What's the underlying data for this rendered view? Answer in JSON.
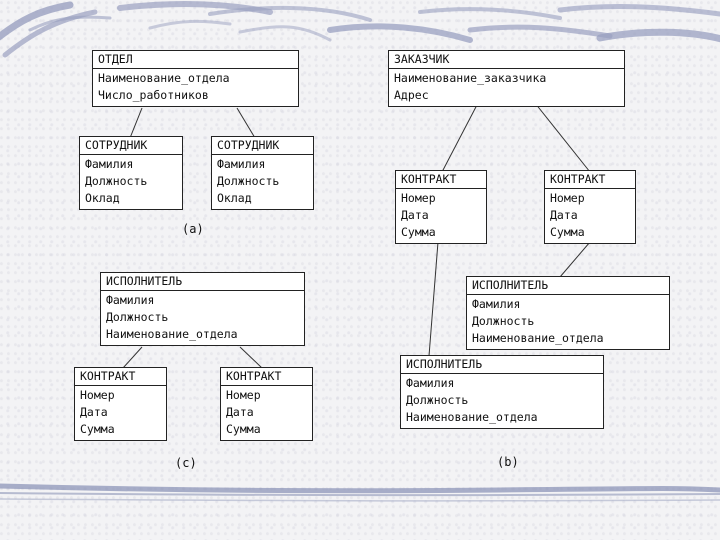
{
  "diagram": {
    "entities": {
      "otdel": {
        "name": "ОТДЕЛ",
        "attrs": [
          "Наименование_отдела",
          "Число_работников"
        ]
      },
      "sotr1": {
        "name": "СОТРУДНИК",
        "attrs": [
          "Фамилия",
          "Должность",
          "Оклад"
        ]
      },
      "sotr2": {
        "name": "СОТРУДНИК",
        "attrs": [
          "Фамилия",
          "Должность",
          "Оклад"
        ]
      },
      "zakazchik": {
        "name": "ЗАКАЗЧИК",
        "attrs": [
          "Наименование_заказчика",
          "Адрес"
        ]
      },
      "kontr_b1": {
        "name": "КОНТРАКТ",
        "attrs": [
          "Номер",
          "Дата",
          "Сумма"
        ]
      },
      "kontr_b2": {
        "name": "КОНТРАКТ",
        "attrs": [
          "Номер",
          "Дата",
          "Сумма"
        ]
      },
      "isp_b1": {
        "name": "ИСПОЛНИТЕЛЬ",
        "attrs": [
          "Фамилия",
          "Должность",
          "Наименование_отдела"
        ]
      },
      "isp_b2": {
        "name": "ИСПОЛНИТЕЛЬ",
        "attrs": [
          "Фамилия",
          "Должность",
          "Наименование_отдела"
        ]
      },
      "isp_c": {
        "name": "ИСПОЛНИТЕЛЬ",
        "attrs": [
          "Фамилия",
          "Должность",
          "Наименование_отдела"
        ]
      },
      "kontr_c1": {
        "name": "КОНТРАКТ",
        "attrs": [
          "Номер",
          "Дата",
          "Сумма"
        ]
      },
      "kontr_c2": {
        "name": "КОНТРАКТ",
        "attrs": [
          "Номер",
          "Дата",
          "Сумма"
        ]
      }
    },
    "captions": {
      "a": "(a)",
      "b": "(b)",
      "c": "(c)"
    },
    "colors": {
      "border": "#222222",
      "deco": "#8e96b8",
      "line": "#333333"
    }
  }
}
